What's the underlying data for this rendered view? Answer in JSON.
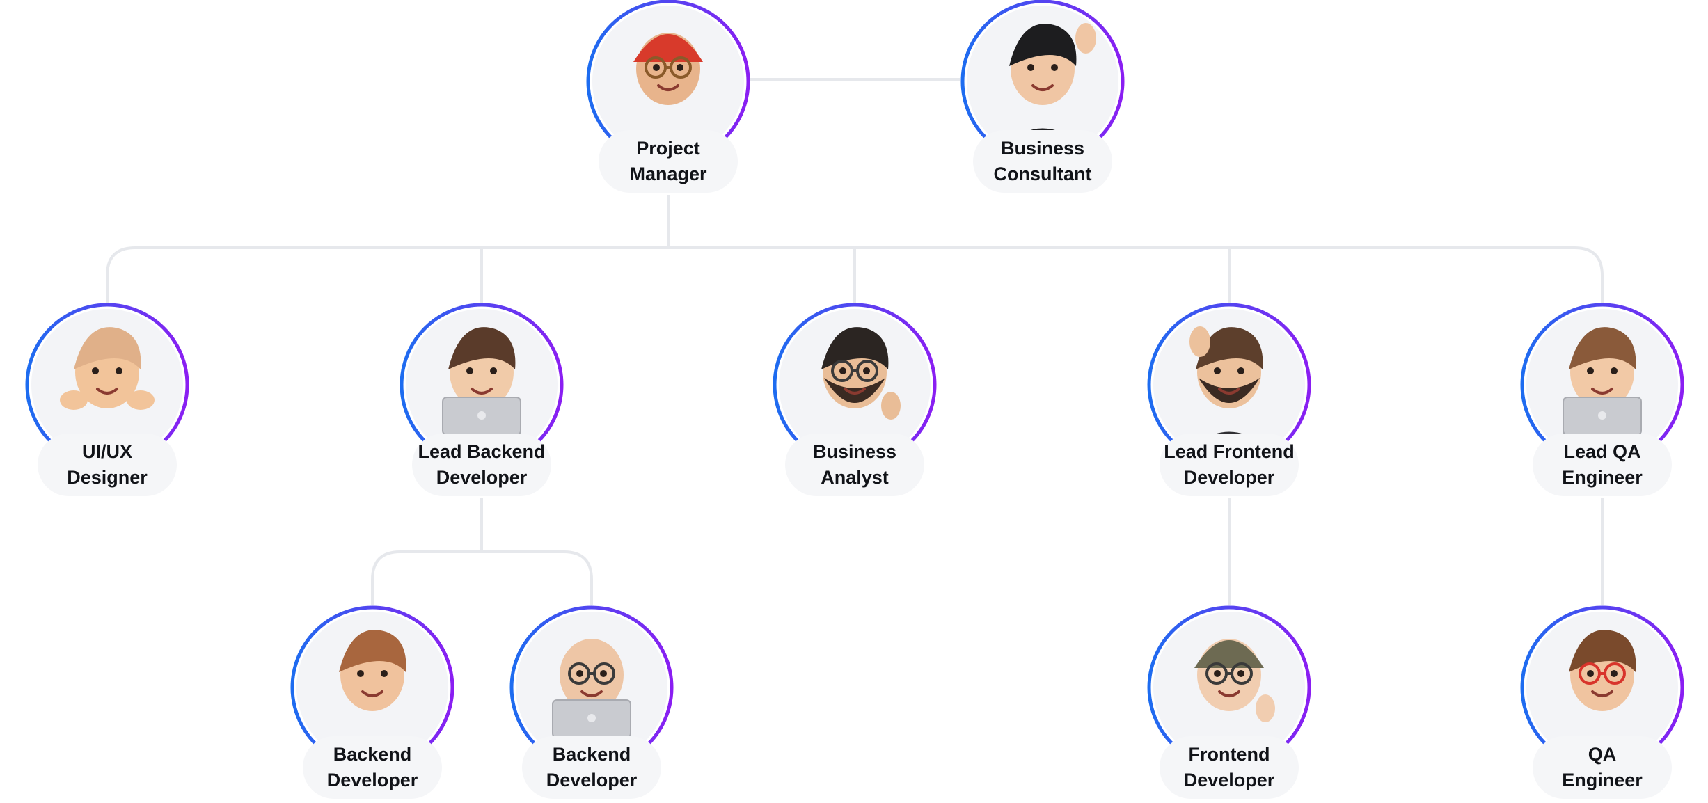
{
  "nodes": [
    {
      "id": "pm",
      "name": "project-manager-node",
      "lines": [
        "Project",
        "Manager"
      ],
      "avatar": "memoji-red-beanie-winking-icon"
    },
    {
      "id": "bc",
      "name": "business-consultant-node",
      "lines": [
        "Business",
        "Consultant"
      ],
      "avatar": "memoji-waving-black-sweater-icon"
    },
    {
      "id": "ux",
      "name": "ui-ux-designer-node",
      "lines": [
        "UI/UX",
        "Designer"
      ],
      "avatar": "memoji-smiling-hands-on-cheeks-icon"
    },
    {
      "id": "lbe",
      "name": "lead-backend-developer-node",
      "lines": [
        "Lead Backend",
        "Developer"
      ],
      "avatar": "memoji-behind-laptop-icon"
    },
    {
      "id": "ba",
      "name": "business-analyst-node",
      "lines": [
        "Business",
        "Analyst"
      ],
      "avatar": "memoji-beard-glasses-peace-sign-icon"
    },
    {
      "id": "lfe",
      "name": "lead-frontend-developer-node",
      "lines": [
        "Lead Frontend",
        "Developer"
      ],
      "avatar": "memoji-beard-raised-hand-icon"
    },
    {
      "id": "lqa",
      "name": "lead-qa-engineer-node",
      "lines": [
        "Lead QA",
        "Engineer"
      ],
      "avatar": "memoji-woman-behind-laptop-icon"
    },
    {
      "id": "be1",
      "name": "backend-developer-node",
      "lines": [
        "Backend",
        "Developer"
      ],
      "avatar": "memoji-smiling-short-hair-icon"
    },
    {
      "id": "be2",
      "name": "backend-developer-node",
      "lines": [
        "Backend",
        "Developer"
      ],
      "avatar": "memoji-bald-glasses-laptop-icon"
    },
    {
      "id": "fe",
      "name": "frontend-developer-node",
      "lines": [
        "Frontend",
        "Developer"
      ],
      "avatar": "memoji-beanie-thumbs-up-icon"
    },
    {
      "id": "qa",
      "name": "qa-engineer-node",
      "lines": [
        "QA",
        "Engineer"
      ],
      "avatar": "memoji-red-glasses-excited-icon"
    }
  ],
  "colors": {
    "ring_start": "#1d6cf0",
    "ring_end": "#8a1ef2",
    "connector": "#e6e8ec",
    "card_bg": "#f5f6f8",
    "avatar_bg": "#f3f4f7",
    "text": "#111318"
  }
}
